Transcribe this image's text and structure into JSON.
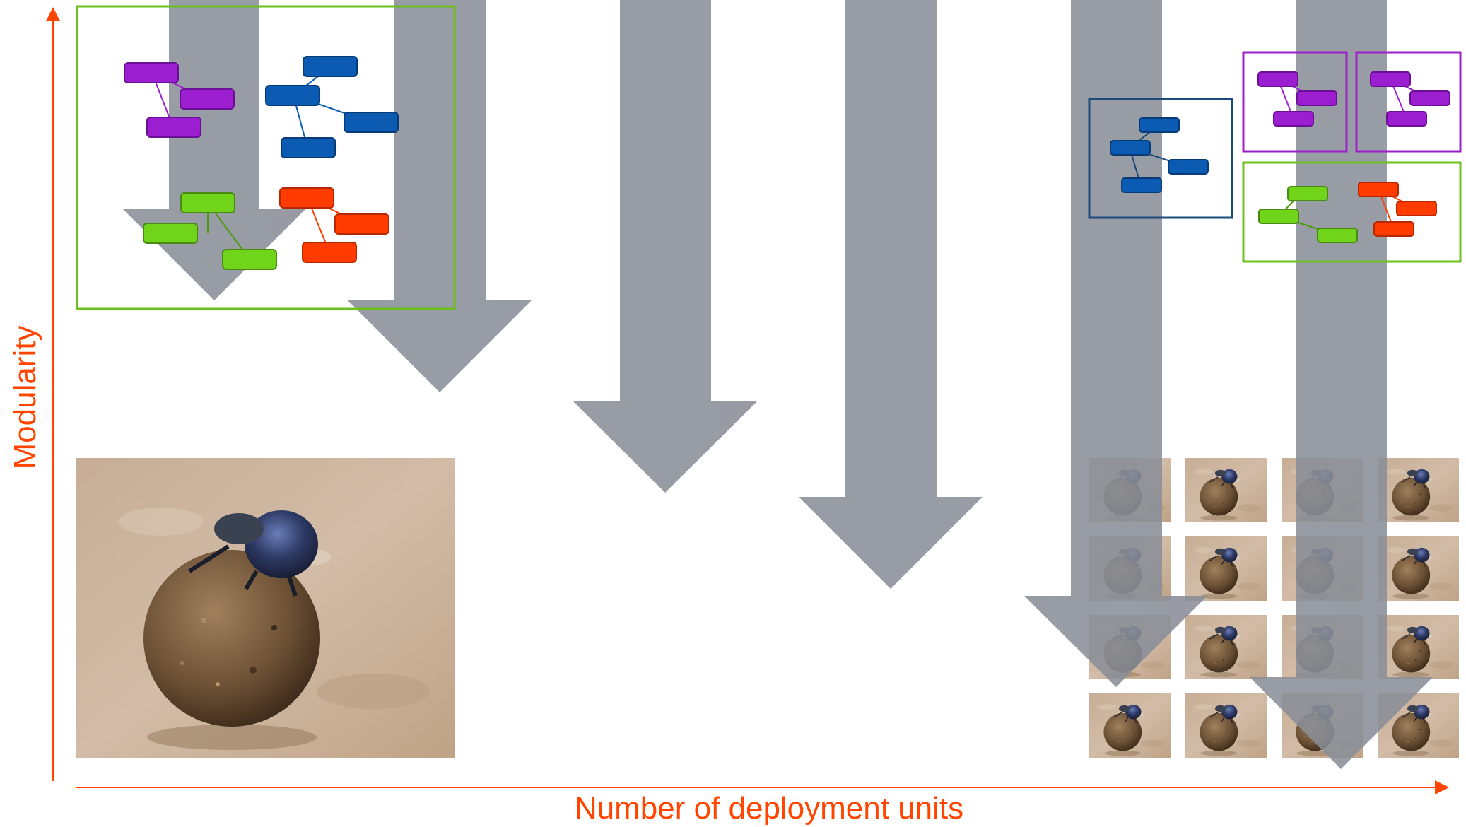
{
  "diagram": {
    "y_axis_label": "Modularity",
    "x_axis_label": "Number of deployment units",
    "colors": {
      "axis": "#ff4500",
      "arrow": "#8a8e97",
      "frame_green": "#6cbf1e",
      "frame_purple": "#9b22c8",
      "frame_navy": "#1c4a7a",
      "module_purple": "#9b1fd0",
      "module_blue": "#0b5bb3",
      "module_green": "#6fd41a",
      "module_red": "#ff3b00",
      "sand": "#c9b29a",
      "dung_ball": "#7a5c3e",
      "beetle": "#2b3550"
    },
    "icons": [
      "dung-beetle-photo",
      "dung-beetle-thumbnail"
    ],
    "beetle_grid": {
      "rows": 4,
      "cols": 4
    }
  }
}
